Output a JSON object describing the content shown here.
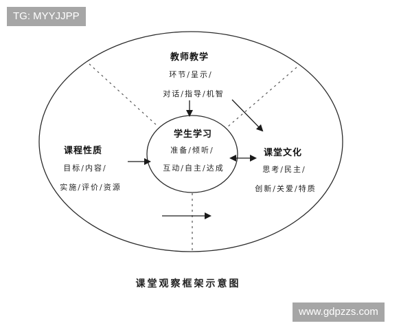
{
  "watermarks": {
    "top_left": "TG: MYYJJPP",
    "bottom_right": "www.gdpzzs.com"
  },
  "diagram": {
    "caption": "课堂观察框架示意图",
    "center": {
      "title": "学生学习",
      "lines": [
        "准备/倾听/",
        "互动/自主/达成"
      ]
    },
    "top": {
      "title": "教师教学",
      "lines": [
        "环节/呈示/",
        "对话/指导/机智"
      ]
    },
    "left": {
      "title": "课程性质",
      "lines": [
        "目标/内容/",
        "实施/评价/资源"
      ]
    },
    "right": {
      "title": "课堂文化",
      "lines": [
        "思考/民主/",
        "创新/关爱/特质"
      ]
    },
    "colors": {
      "stroke": "#2a2a2a",
      "dashed": "#555555",
      "watermark_bg": "#a6a6a6"
    }
  }
}
